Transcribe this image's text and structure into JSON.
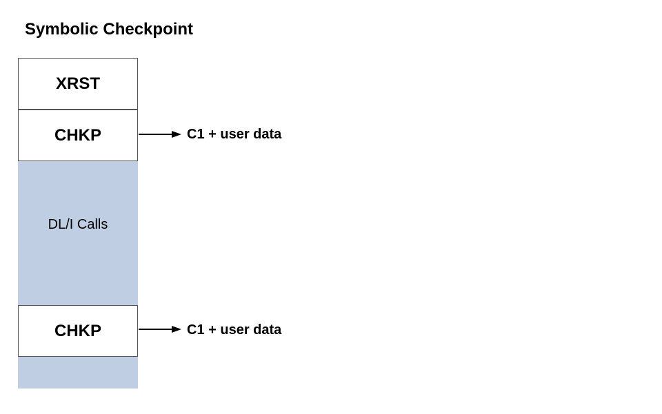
{
  "title": "Symbolic Checkpoint",
  "colors": {
    "dli_region": "#c0cee3",
    "box_fill": "#ffffff",
    "box_border": "#555555",
    "text": "#000000"
  },
  "steps": [
    {
      "label": "XRST"
    },
    {
      "label": "CHKP",
      "annotation": "C1 + user data"
    },
    {
      "label": "DL/I Calls"
    },
    {
      "label": "CHKP",
      "annotation": "C1 + user data"
    }
  ]
}
